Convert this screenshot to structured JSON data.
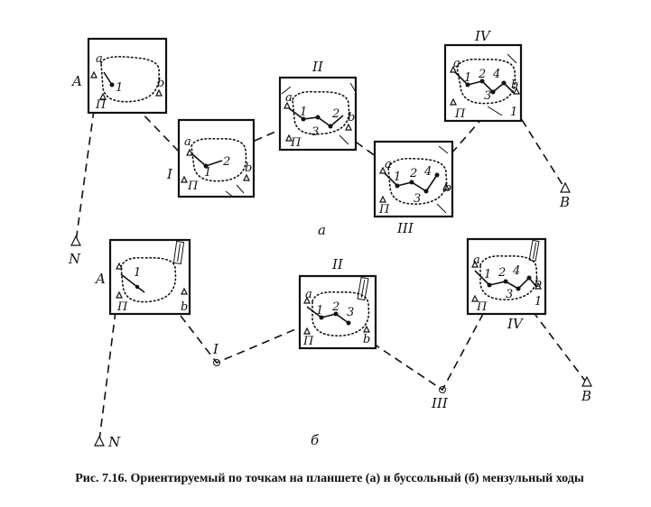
{
  "labels": {
    "A": "A",
    "N": "N",
    "B": "B",
    "I": "I",
    "II": "II",
    "III": "III",
    "IV": "IV",
    "a": "a",
    "b": "b",
    "P": "П",
    "n1": "1",
    "n2": "2",
    "n3": "3",
    "n4": "4",
    "sub_a": "а",
    "sub_b": "б"
  },
  "caption": "Рис. 7.16. Ориентируемый по точкам на планшете (а) и буссольный (б) мензульный ходы"
}
